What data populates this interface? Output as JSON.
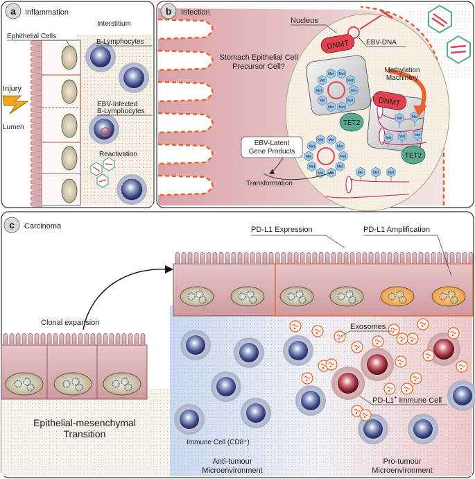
{
  "panel_a": {
    "badge": "a",
    "title": "Inflammation",
    "interstitium": "Interstitium",
    "epithelial_cells": "Ephithelial Cells",
    "b_lymphocytes": "B-Lymphocytes",
    "injury": "Injury",
    "lumen": "Lumen",
    "ebv_infected_1": "EBV-Infected",
    "ebv_infected_2": "B-Lymphocytes",
    "reactivation": "Reactivation"
  },
  "panel_b": {
    "badge": "b",
    "title": "Infection",
    "nucleus": "Nucleus",
    "ebv_dna": "EBV-DNA",
    "stomach_1": "Stomach Epithelial Cell",
    "stomach_2": "Precursor Cell?",
    "dnmt": "DNMT",
    "met": "Met",
    "methylation_1": "Methylation",
    "methylation_2": "Machinery",
    "tet2": "TET2",
    "latent_1": "EBV-Latent",
    "latent_2": "Gene Products",
    "transformation": "Transformation"
  },
  "panel_c": {
    "badge": "c",
    "title": "Carcinoma",
    "pdl1_expression": "PD-L1 Expression",
    "pdl1_amplification": "PD-L1 Amplification",
    "clonal_expansion": "Clonal expansion",
    "exosomes": "Exosomes",
    "pdl1_immune_main": "PD-L1",
    "pdl1_immune_sup": "+",
    "pdl1_immune_rest": " Immune Cell",
    "emt_1": "Epithelial-mesenchymal",
    "emt_2": "Transition",
    "immune_cd8": "Immune Cell (CD8⁺)",
    "anti_1": "Anti-tumour",
    "anti_2": "Microenvironment",
    "pro_1": "Pro-tumour",
    "pro_2": "Microenvironment"
  },
  "colors": {
    "dash_orange": "#e8622c",
    "epithelium": "#c98b8f",
    "dnmt_red": "#e0434f",
    "tet2_teal": "#5aa88f",
    "met_blue": "#9ec7e8",
    "lymphocyte": "#3d4b86",
    "pdl1_cell": "#8e2131"
  }
}
